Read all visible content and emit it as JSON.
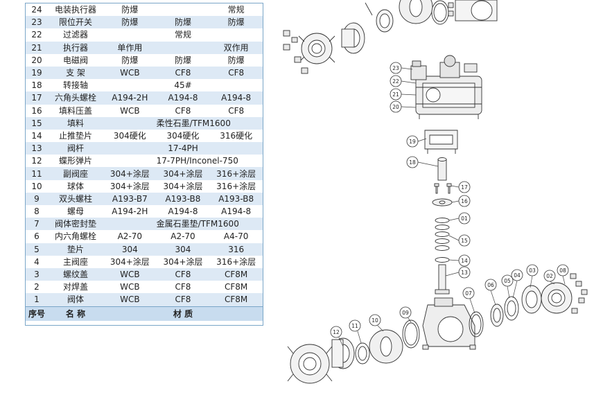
{
  "parts_table": {
    "rows": [
      {
        "num": "24",
        "name": "电装执行器",
        "c1": "防爆",
        "c2": "",
        "c3": "常规"
      },
      {
        "num": "23",
        "name": "限位开关",
        "c1": "防爆",
        "c2": "防爆",
        "c3": "防爆"
      },
      {
        "num": "22",
        "name": "过滤器",
        "c1": "",
        "c2": "常规",
        "c3": ""
      },
      {
        "num": "21",
        "name": "执行器",
        "c1": "单作用",
        "c2": "",
        "c3": "双作用"
      },
      {
        "num": "20",
        "name": "电磁阀",
        "c1": "防爆",
        "c2": "防爆",
        "c3": "防爆"
      },
      {
        "num": "19",
        "name": "支   架",
        "c1": "WCB",
        "c2": "CF8",
        "c3": "CF8"
      },
      {
        "num": "18",
        "name": "转接轴",
        "c1": "",
        "c2": "45#",
        "c3": ""
      },
      {
        "num": "17",
        "name": "六角头螺栓",
        "c1": "A194-2H",
        "c2": "A194-8",
        "c3": "A194-8"
      },
      {
        "num": "16",
        "name": "填料压盖",
        "c1": "WCB",
        "c2": "CF8",
        "c3": "CF8"
      },
      {
        "num": "15",
        "name": "填料",
        "c1": "",
        "c2": "柔性石墨/TFM1600",
        "c3": ""
      },
      {
        "num": "14",
        "name": "止推垫片",
        "c1": "304硬化",
        "c2": "304硬化",
        "c3": "316硬化"
      },
      {
        "num": "13",
        "name": "阀杆",
        "c1": "",
        "c2": "17-4PH",
        "c3": ""
      },
      {
        "num": "12",
        "name": "蝶形弹片",
        "c1": "",
        "c2": "17-7PH/Inconel-750",
        "c3": ""
      },
      {
        "num": "11",
        "name": "副阀座",
        "c1": "304+涂层",
        "c2": "304+涂层",
        "c3": "316+涂层"
      },
      {
        "num": "10",
        "name": "球体",
        "c1": "304+涂层",
        "c2": "304+涂层",
        "c3": "316+涂层"
      },
      {
        "num": "9",
        "name": "双头螺柱",
        "c1": "A193-B7",
        "c2": "A193-B8",
        "c3": "A193-B8"
      },
      {
        "num": "8",
        "name": "螺母",
        "c1": "A194-2H",
        "c2": "A194-8",
        "c3": "A194-8"
      },
      {
        "num": "7",
        "name": "阀体密封垫",
        "c1": "",
        "c2": "金属石墨垫/TFM1600",
        "c3": ""
      },
      {
        "num": "6",
        "name": "内六角螺栓",
        "c1": "A2-70",
        "c2": "A2-70",
        "c3": "A4-70"
      },
      {
        "num": "5",
        "name": "垫片",
        "c1": "304",
        "c2": "304",
        "c3": "316"
      },
      {
        "num": "4",
        "name": "主阀座",
        "c1": "304+涂层",
        "c2": "304+涂层",
        "c3": "316+涂层"
      },
      {
        "num": "3",
        "name": "螺纹盖",
        "c1": "WCB",
        "c2": "CF8",
        "c3": "CF8M"
      },
      {
        "num": "2",
        "name": "对焊盖",
        "c1": "WCB",
        "c2": "CF8",
        "c3": "CF8M"
      },
      {
        "num": "1",
        "name": "阀体",
        "c1": "WCB",
        "c2": "CF8",
        "c3": "CF8M"
      }
    ],
    "header": {
      "num": "序号",
      "name": "名  称",
      "material": "材          质"
    }
  },
  "drawing": {
    "callouts": [
      "23",
      "22",
      "21",
      "20",
      "19",
      "18",
      "17",
      "16",
      "01",
      "15",
      "14",
      "13",
      "12",
      "11",
      "10",
      "09",
      "07",
      "06",
      "05",
      "04",
      "03",
      "02",
      "08"
    ]
  }
}
